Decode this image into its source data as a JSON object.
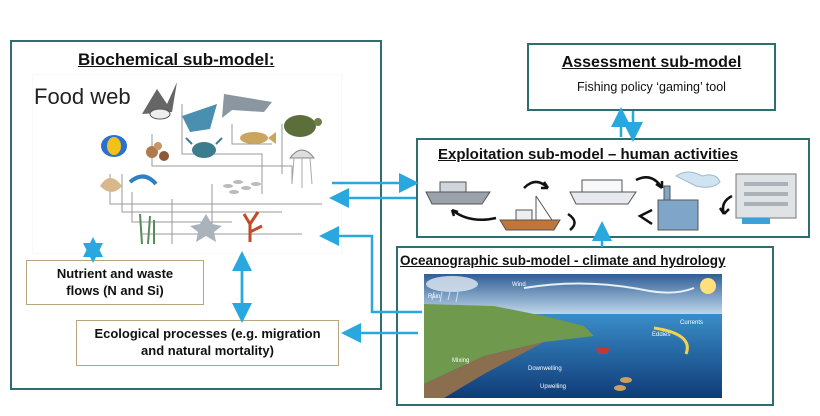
{
  "biochemical": {
    "title": "Biochemical sub-model:",
    "panel_title": "Food web"
  },
  "assessment": {
    "title": "Assessment sub-model",
    "subtitle": "Fishing policy ‘gaming’ tool"
  },
  "exploitation": {
    "title": "Exploitation sub-model – human activities"
  },
  "oceanographic": {
    "title": "Oceanographic sub-model - climate and hydrology",
    "labels": {
      "rain": "Rain",
      "wind": "Wind",
      "currents": "Currents",
      "eddies": "Eddies",
      "mixing": "Mixing",
      "downwelling": "Downwelling",
      "upwelling": "Upwelling"
    }
  },
  "nutrient": {
    "line1": "Nutrient and waste",
    "line2": "flows (N and Si)"
  },
  "ecological": {
    "line1": "Ecological processes (e.g. migration",
    "line2": "and natural mortality)"
  },
  "colors": {
    "arrow_blue": "#29a8e0",
    "frame_teal": "#2e6e70",
    "frame_tan": "#b8a47e"
  }
}
